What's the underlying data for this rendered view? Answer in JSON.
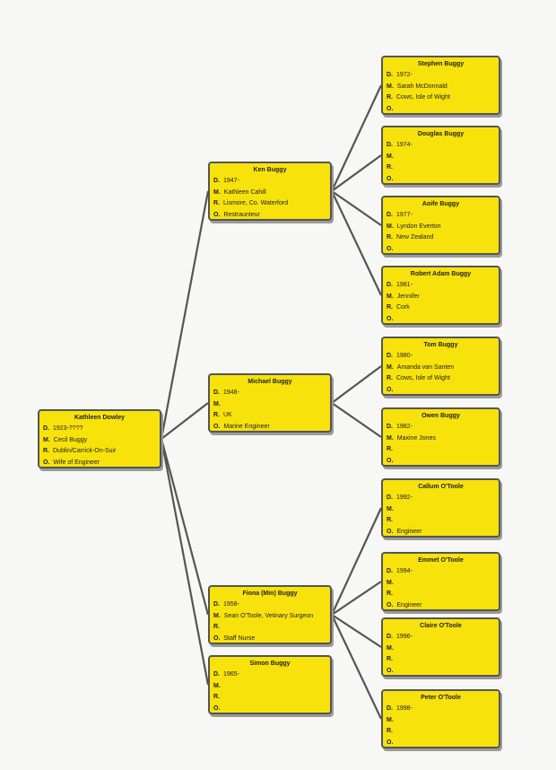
{
  "colors": {
    "card_fill": "#f7e20c",
    "card_border": "#555555",
    "connector": "#555555"
  },
  "tree": {
    "root": {
      "name": "Kathleen Dowley",
      "fields": [
        {
          "key": "D.",
          "value": "1923-????"
        },
        {
          "key": "M.",
          "value": "Cecil Buggy"
        },
        {
          "key": "R.",
          "value": "Dublin/Carrick-On-Suir"
        },
        {
          "key": "O.",
          "value": "Wife of Engineer"
        }
      ]
    },
    "children": [
      {
        "name": "Ken Buggy",
        "fields": [
          {
            "key": "D.",
            "value": "1947-"
          },
          {
            "key": "M.",
            "value": "Kathleen Cahill"
          },
          {
            "key": "R.",
            "value": "Lismore, Co. Waterford"
          },
          {
            "key": "O.",
            "value": "Restraunteur"
          }
        ],
        "children": [
          {
            "name": "Stephen Buggy",
            "fields": [
              {
                "key": "D.",
                "value": "1972-"
              },
              {
                "key": "M.",
                "value": "Sarah McDonnald"
              },
              {
                "key": "R.",
                "value": "Cows, Isle of Wight"
              },
              {
                "key": "O.",
                "value": ""
              }
            ]
          },
          {
            "name": "Douglas Buggy",
            "fields": [
              {
                "key": "D.",
                "value": "1974-"
              },
              {
                "key": "M.",
                "value": ""
              },
              {
                "key": "R.",
                "value": ""
              },
              {
                "key": "O.",
                "value": ""
              }
            ]
          },
          {
            "name": "Aoife Buggy",
            "fields": [
              {
                "key": "D.",
                "value": "1977-"
              },
              {
                "key": "M.",
                "value": "Lyndon Everton"
              },
              {
                "key": "R.",
                "value": "New Zealand"
              },
              {
                "key": "O.",
                "value": ""
              }
            ]
          },
          {
            "name": "Robert Adam Buggy",
            "fields": [
              {
                "key": "D.",
                "value": "1981-"
              },
              {
                "key": "M.",
                "value": "Jennifer"
              },
              {
                "key": "R.",
                "value": "Cork"
              },
              {
                "key": "O.",
                "value": ""
              }
            ]
          }
        ]
      },
      {
        "name": "Michael Buggy",
        "fields": [
          {
            "key": "D.",
            "value": "1948-"
          },
          {
            "key": "M.",
            "value": ""
          },
          {
            "key": "R.",
            "value": "UK"
          },
          {
            "key": "O.",
            "value": "Marine Engineer"
          }
        ],
        "children": [
          {
            "name": "Tom Buggy",
            "fields": [
              {
                "key": "D.",
                "value": "1980-"
              },
              {
                "key": "M.",
                "value": "Amanda van Santen"
              },
              {
                "key": "R.",
                "value": "Cows, Isle of Wight"
              },
              {
                "key": "O.",
                "value": ""
              }
            ]
          },
          {
            "name": "Owen Buggy",
            "fields": [
              {
                "key": "D.",
                "value": "1982-"
              },
              {
                "key": "M.",
                "value": "Maxine Jones"
              },
              {
                "key": "R.",
                "value": ""
              },
              {
                "key": "O.",
                "value": ""
              }
            ]
          }
        ]
      },
      {
        "name": "Fiona (Min) Buggy",
        "fields": [
          {
            "key": "D.",
            "value": "1958-"
          },
          {
            "key": "M.",
            "value": "Sean O'Toole, Vetinary Surgeon"
          },
          {
            "key": "R.",
            "value": ""
          },
          {
            "key": "O.",
            "value": "Staff Nurse"
          }
        ],
        "children": [
          {
            "name": "Callum O'Toole",
            "fields": [
              {
                "key": "D.",
                "value": "1992-"
              },
              {
                "key": "M.",
                "value": ""
              },
              {
                "key": "R.",
                "value": ""
              },
              {
                "key": "O.",
                "value": "Engineer"
              }
            ]
          },
          {
            "name": "Emmet O'Toole",
            "fields": [
              {
                "key": "D.",
                "value": "1994-"
              },
              {
                "key": "M.",
                "value": ""
              },
              {
                "key": "R.",
                "value": ""
              },
              {
                "key": "O.",
                "value": "Engineer"
              }
            ]
          },
          {
            "name": "Claire O'Toole",
            "fields": [
              {
                "key": "D.",
                "value": "1996-"
              },
              {
                "key": "M.",
                "value": ""
              },
              {
                "key": "R.",
                "value": ""
              },
              {
                "key": "O.",
                "value": ""
              }
            ]
          },
          {
            "name": "Peter O'Toole",
            "fields": [
              {
                "key": "D.",
                "value": "1998-"
              },
              {
                "key": "M.",
                "value": ""
              },
              {
                "key": "R.",
                "value": ""
              },
              {
                "key": "O.",
                "value": ""
              }
            ]
          }
        ]
      },
      {
        "name": "Simon Buggy",
        "fields": [
          {
            "key": "D.",
            "value": "1965-"
          },
          {
            "key": "M.",
            "value": ""
          },
          {
            "key": "R.",
            "value": ""
          },
          {
            "key": "O.",
            "value": ""
          }
        ],
        "children": []
      }
    ]
  }
}
